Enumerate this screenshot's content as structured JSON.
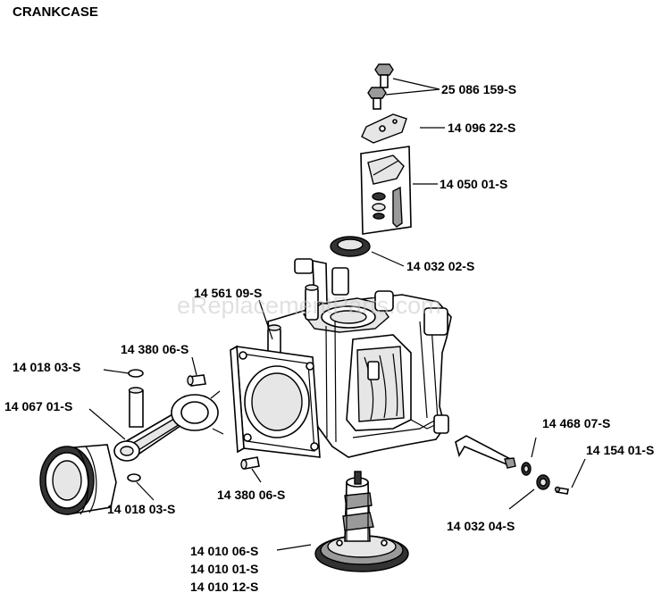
{
  "title": "CRANKCASE",
  "watermark": "eReplacementParts.com",
  "parts": {
    "bolts": "25 086 159-S",
    "plate": "14 096 22-S",
    "governor_kit": "14 050 01-S",
    "oil_seal_top": "14 032 02-S",
    "crankcase": "14 561 09-S",
    "dowel_upper": "14 380 06-S",
    "retaining_ring_upper": "14 018 03-S",
    "connecting_rod": "14 067 01-S",
    "retaining_ring_lower": "14 018 03-S",
    "dowel_lower": "14 380 06-S",
    "shaft": "14 468 07-S",
    "pin": "14 154 01-S",
    "seal_small": "14 032 04-S",
    "camshaft_1": "14 010 06-S",
    "camshaft_2": "14 010 01-S",
    "camshaft_3": "14 010 12-S"
  }
}
